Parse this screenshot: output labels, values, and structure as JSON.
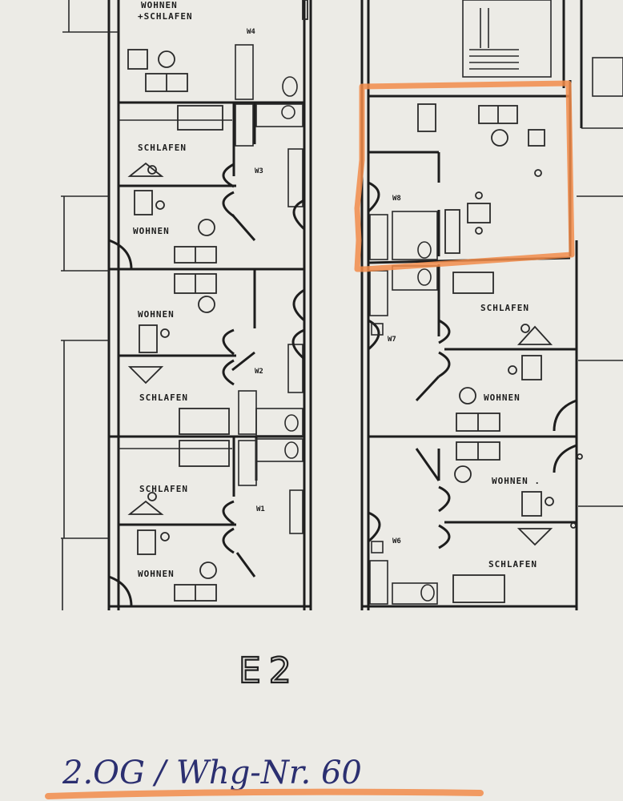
{
  "block_label": "E2",
  "handwritten_note": "2.OG / Whg-Nr. 60",
  "highlight_color": "#f28c4a",
  "rooms": [
    {
      "label": "WOHNEN"
    },
    {
      "label": "+SCHLAFEN"
    },
    {
      "label": "SCHLAFEN"
    },
    {
      "label": "WOHNEN"
    },
    {
      "label": "WOHNEN"
    },
    {
      "label": "SCHLAFEN"
    },
    {
      "label": "SCHLAFEN"
    },
    {
      "label": "WOHNEN"
    },
    {
      "label": "SCHLAFEN"
    },
    {
      "label": "WOHNEN"
    },
    {
      "label": "WOHNEN ."
    },
    {
      "label": "SCHLAFEN"
    }
  ],
  "units": [
    {
      "label": "W4"
    },
    {
      "label": "W3"
    },
    {
      "label": "W2"
    },
    {
      "label": "W1"
    },
    {
      "label": "W8"
    },
    {
      "label": "W7"
    },
    {
      "label": "W6"
    }
  ]
}
